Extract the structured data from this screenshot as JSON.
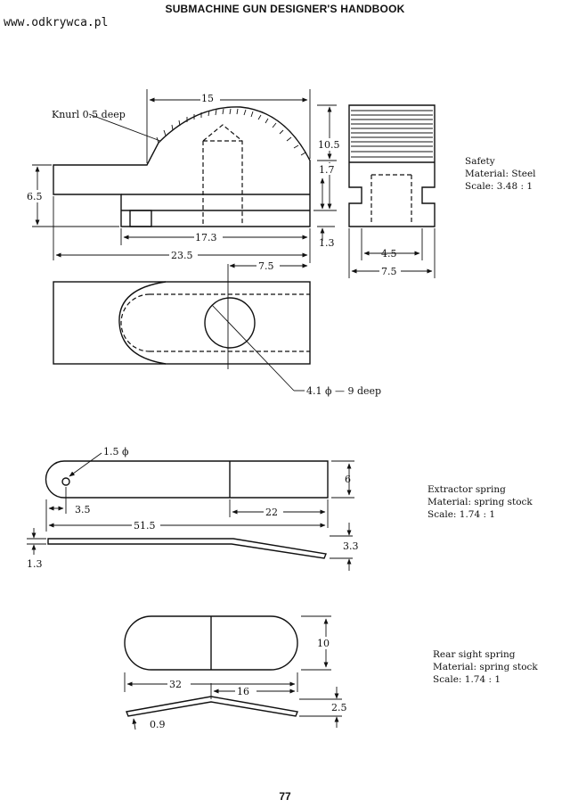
{
  "header": {
    "book_title": "SUBMACHINE GUN DESIGNER'S HANDBOOK",
    "watermark": "www.odkrywca.pl"
  },
  "safety": {
    "dims": {
      "d15": "15",
      "d10_5": "10.5",
      "d1_7": "1.7",
      "d6_5": "6.5",
      "d1_3": "1.3",
      "d17_3": "17.3",
      "d23_5": "23.5",
      "d4_5": "4.5",
      "d7_5_end": "7.5",
      "d7_5_top": "7.5"
    },
    "knurl_note": "Knurl 0.5 deep",
    "hole_note": "4.1 ϕ — 9 deep",
    "caption": [
      "Safety",
      "Material: Steel",
      "Scale: 3.48 : 1"
    ]
  },
  "extractor": {
    "dims": {
      "d1_5": "1.5 ϕ",
      "d6": "6",
      "d3_5": "3.5",
      "d22": "22",
      "d51_5": "51.5",
      "d3_3": "3.3",
      "d1_3": "1.3"
    },
    "caption": [
      "Extractor spring",
      "Material:  spring stock",
      "Scale: 1.74 : 1"
    ]
  },
  "rear_sight": {
    "dims": {
      "d10": "10",
      "d32": "32",
      "d16": "16",
      "d2_5": "2.5",
      "d0_9": "0.9"
    },
    "caption": [
      "Rear sight spring",
      "Material: spring stock",
      "Scale: 1.74 : 1"
    ]
  },
  "footer": {
    "page_number": "77"
  }
}
